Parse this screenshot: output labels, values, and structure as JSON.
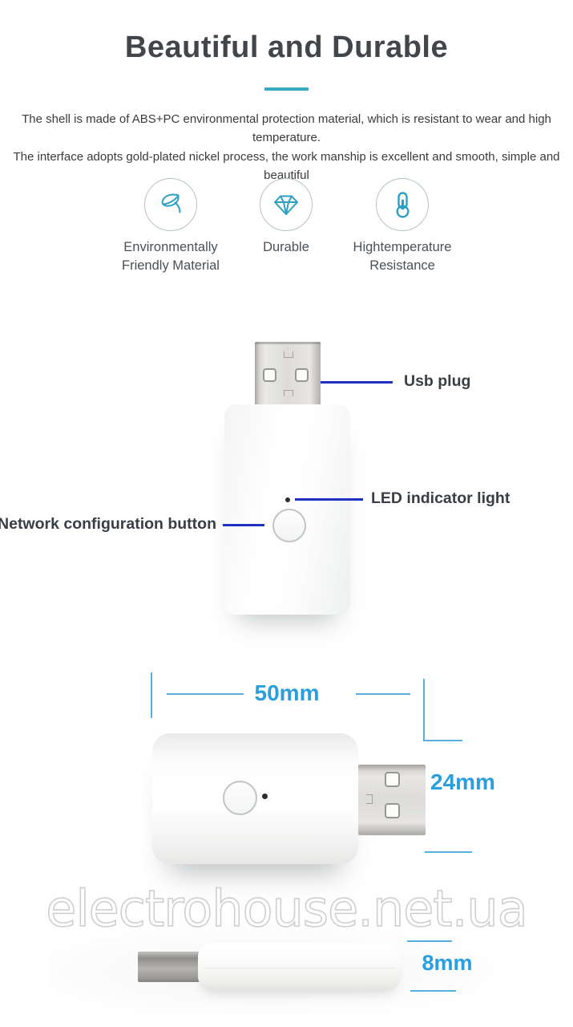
{
  "header": {
    "title": "Beautiful and Durable",
    "description_line1": "The shell is made of ABS+PC environmental protection material, which is resistant to wear and high temperature.",
    "description_line2": "The interface adopts gold-plated nickel process, the work manship is excellent and smooth, simple and beautiful"
  },
  "features": [
    {
      "icon": "leaf-icon",
      "line1": "Environmentally",
      "line2": "Friendly Material"
    },
    {
      "icon": "diamond-icon",
      "line1": "Durable",
      "line2": ""
    },
    {
      "icon": "thermometer-icon",
      "line1": "Hightemperature",
      "line2": "Resistance"
    }
  ],
  "callouts": {
    "usb_plug_label": "Usb plug",
    "led_label": "LED indicator light",
    "network_button_label": "Network configuration button"
  },
  "dimensions": {
    "width_label": "50mm",
    "height_label": "24mm",
    "thickness_label": "8mm"
  },
  "watermark_text": "electrohouse.net.ua",
  "colors": {
    "accent_underline": "#3ba7c7",
    "icon_stroke": "#2e9fc4",
    "leader_line_blue": "#2030bf",
    "dimension_blue": "#2b9ede",
    "title_gray": "#42464a"
  }
}
